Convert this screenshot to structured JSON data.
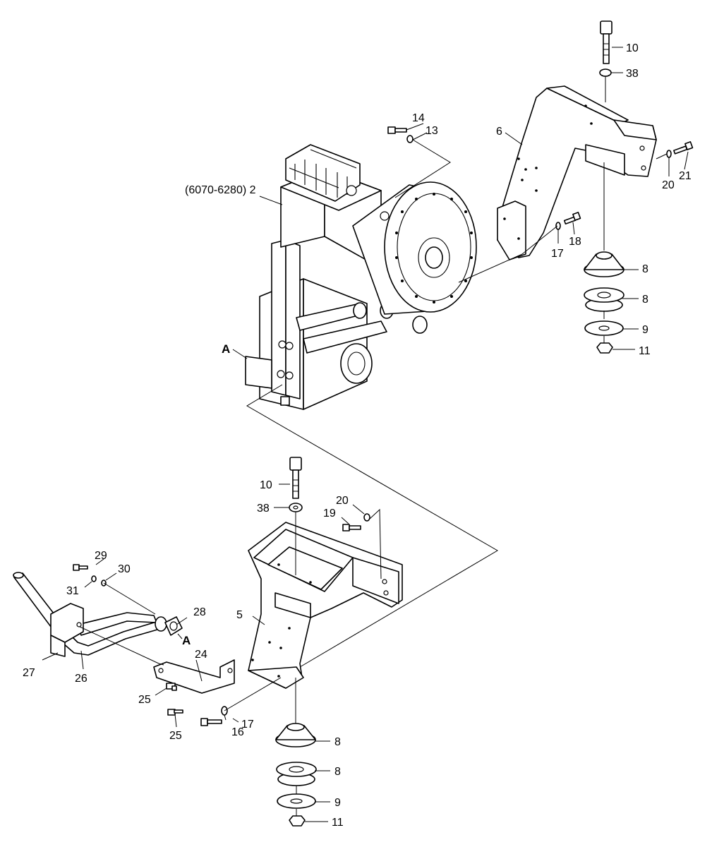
{
  "callouts": {
    "c10_top": "10",
    "c38_top": "38",
    "c14": "14",
    "c13": "13",
    "c6": "6",
    "c20_top": "20",
    "c21": "21",
    "c2": "(6070-6280) 2",
    "c17_top": "17",
    "c18": "18",
    "c8_top_a": "8",
    "c8_top_b": "8",
    "c9_top": "9",
    "c11_top": "11",
    "cA_top": "A",
    "c10_bot": "10",
    "c38_bot": "38",
    "c19": "19",
    "c20_bot": "20",
    "c29": "29",
    "c30": "30",
    "c31": "31",
    "c28": "28",
    "cA_bot": "A",
    "c5": "5",
    "c24": "24",
    "c27": "27",
    "c26": "26",
    "c25_a": "25",
    "c25_b": "25",
    "c16": "16",
    "c17_bot": "17",
    "c8_bot_a": "8",
    "c8_bot_b": "8",
    "c9_bot": "9",
    "c11_bot": "11"
  }
}
